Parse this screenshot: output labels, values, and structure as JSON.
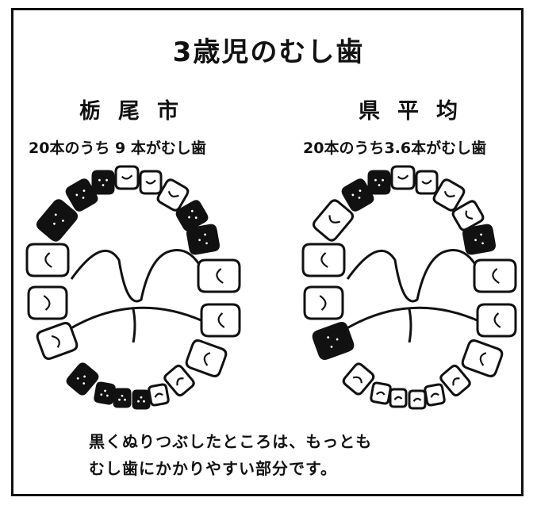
{
  "title": "3歳児のむし歯",
  "left": {
    "region_name": "栃尾市",
    "count_text": "20本のうち 9 本がむし歯",
    "decayed": [
      false,
      true,
      true,
      true,
      false,
      false,
      false,
      true,
      true,
      false,
      false,
      false,
      false,
      false,
      true,
      true,
      true,
      true,
      false,
      false
    ]
  },
  "right": {
    "region_name": "県平均",
    "count_text": "20本のうち3.6本がむし歯",
    "decayed": [
      false,
      false,
      true,
      true,
      false,
      false,
      false,
      false,
      true,
      false,
      false,
      false,
      false,
      false,
      false,
      false,
      false,
      false,
      true,
      false
    ]
  },
  "note": {
    "line1": "黒くぬりつぶしたところは、もっとも",
    "line2": "むし歯にかかりやすい部分です。"
  },
  "colors": {
    "ink": "#111111",
    "paper": "#ffffff",
    "decay": "#111111"
  }
}
